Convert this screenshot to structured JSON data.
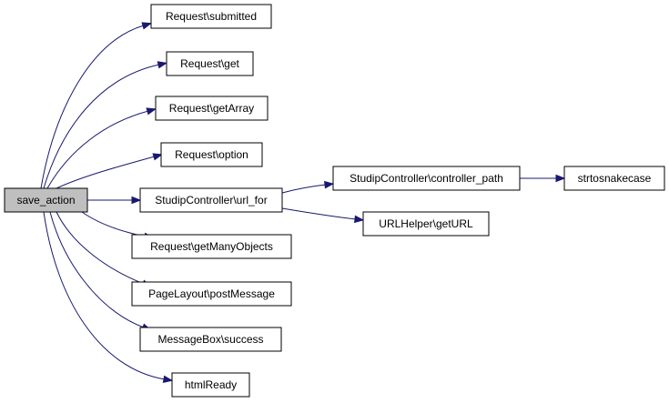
{
  "diagram": {
    "nodes": [
      {
        "id": "save_action",
        "label": "save_action",
        "root": true
      },
      {
        "id": "submitted",
        "label": "Request\\submitted"
      },
      {
        "id": "get",
        "label": "Request\\get"
      },
      {
        "id": "getArray",
        "label": "Request\\getArray"
      },
      {
        "id": "option",
        "label": "Request\\option"
      },
      {
        "id": "url_for",
        "label": "StudipController\\url_for"
      },
      {
        "id": "getManyObjects",
        "label": "Request\\getManyObjects"
      },
      {
        "id": "postMessage",
        "label": "PageLayout\\postMessage"
      },
      {
        "id": "success",
        "label": "MessageBox\\success"
      },
      {
        "id": "htmlReady",
        "label": "htmlReady"
      },
      {
        "id": "controller_path",
        "label": "StudipController\\controller_path"
      },
      {
        "id": "getURL",
        "label": "URLHelper\\getURL"
      },
      {
        "id": "strtosnakecase",
        "label": "strtosnakecase"
      }
    ],
    "edges": [
      {
        "from": "save_action",
        "to": "submitted"
      },
      {
        "from": "save_action",
        "to": "get"
      },
      {
        "from": "save_action",
        "to": "getArray"
      },
      {
        "from": "save_action",
        "to": "option"
      },
      {
        "from": "save_action",
        "to": "url_for"
      },
      {
        "from": "save_action",
        "to": "getManyObjects"
      },
      {
        "from": "save_action",
        "to": "postMessage"
      },
      {
        "from": "save_action",
        "to": "success"
      },
      {
        "from": "save_action",
        "to": "htmlReady"
      },
      {
        "from": "url_for",
        "to": "controller_path"
      },
      {
        "from": "url_for",
        "to": "getURL"
      },
      {
        "from": "controller_path",
        "to": "strtosnakecase"
      }
    ],
    "edge_color": "#191970",
    "root_fill": "#bfbfbf",
    "node_fill": "#ffffff"
  }
}
